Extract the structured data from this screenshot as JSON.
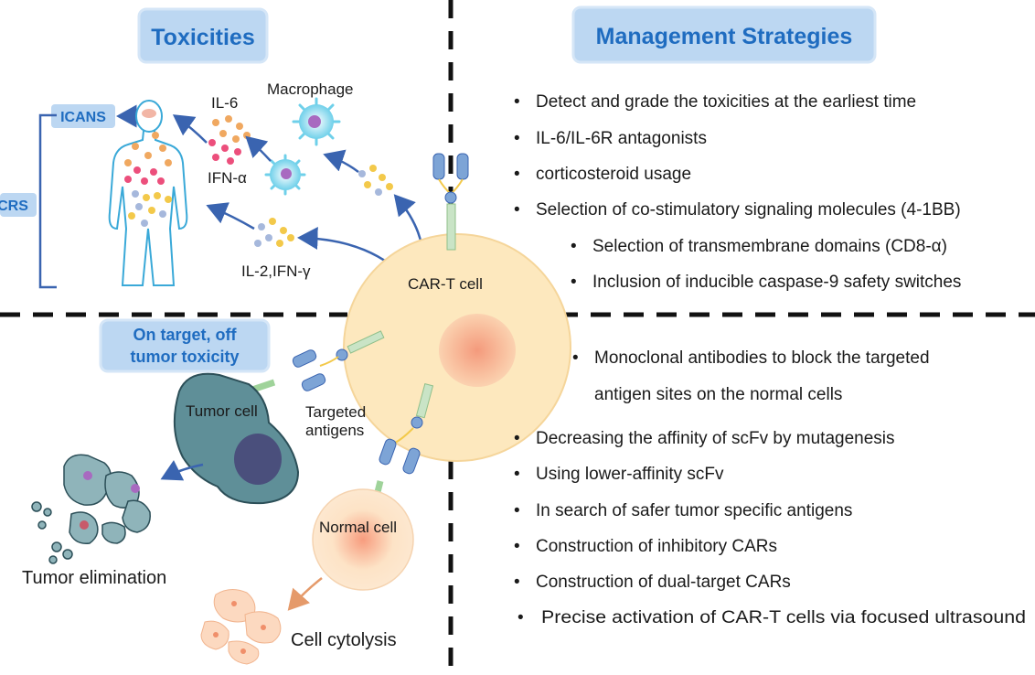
{
  "headers": {
    "toxicities": "Toxicities",
    "management": "Management Strategies",
    "on_target_line1": "On target, off",
    "on_target_line2": "tumor toxicity"
  },
  "labels": {
    "icans": "ICANS",
    "crs": "CRS",
    "il6": "IL-6",
    "ifn_alpha": "IFN-α",
    "macrophage": "Macrophage",
    "il2_ifn_gamma": "IL-2,IFN-γ",
    "car_t_cell": "CAR-T cell",
    "tumor_cell": "Tumor cell",
    "targeted_line1": "Targeted",
    "targeted_line2": "antigens",
    "normal_cell": "Normal cell",
    "tumor_elimination": "Tumor elimination",
    "cell_cytolysis": "Cell cytolysis"
  },
  "bullet_char": "•",
  "strategies_top": [
    "Detect and grade the toxicities at the earliest time",
    "IL-6/IL-6R antagonists",
    "corticosteroid usage",
    "Selection of co-stimulatory signaling molecules (4-1BB)",
    "Selection of transmembrane domains (CD8-α)",
    "Inclusion of inducible caspase-9 safety switches"
  ],
  "strategies_bottom": [
    "Monoclonal antibodies to block the targeted",
    "antigen sites on the normal cells",
    "Decreasing the affinity of scFv by mutagenesis",
    "Using lower-affinity scFv",
    "In search of safer tumor specific antigens",
    "Construction of inhibitory CARs",
    "Construction of dual-target CARs",
    "Precise activation of CAR-T cells via focused ultrasound"
  ],
  "colors": {
    "header_text": "#1f6cc0",
    "header_box": "#bcd7f2",
    "arrow": "#3a64b0",
    "car_t_fill": "#fde8be",
    "nucleus": "#f7b89a",
    "tumor_fill": "#5f8f98",
    "normal_fill": "#fde3c6"
  }
}
